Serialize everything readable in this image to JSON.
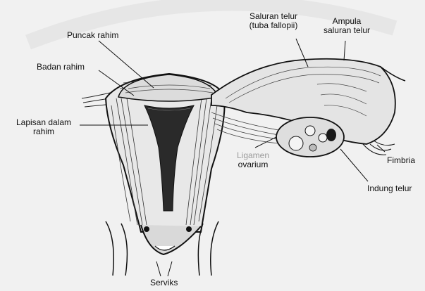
{
  "labels": {
    "puncak_rahim": "Puncak rahim",
    "badan_rahim": "Badan rahim",
    "lapisan_dalam_1": "Lapisan dalam",
    "lapisan_dalam_2": "rahim",
    "saluran_telur_1": "Saluran telur",
    "saluran_telur_2": "(tuba fallopii)",
    "ampula_1": "Ampula",
    "ampula_2": "saluran telur",
    "ligamen_1": "Ligamen",
    "ligamen_2": "ovarium",
    "fimbria": "Fimbria",
    "indung_telur": "Indung telur",
    "serviks": "Serviks"
  },
  "colors": {
    "background": "#f1f1f1",
    "ink": "#111111",
    "ligament_label": "#9a9a9a",
    "dark_tissue": "#2a2a2a"
  }
}
